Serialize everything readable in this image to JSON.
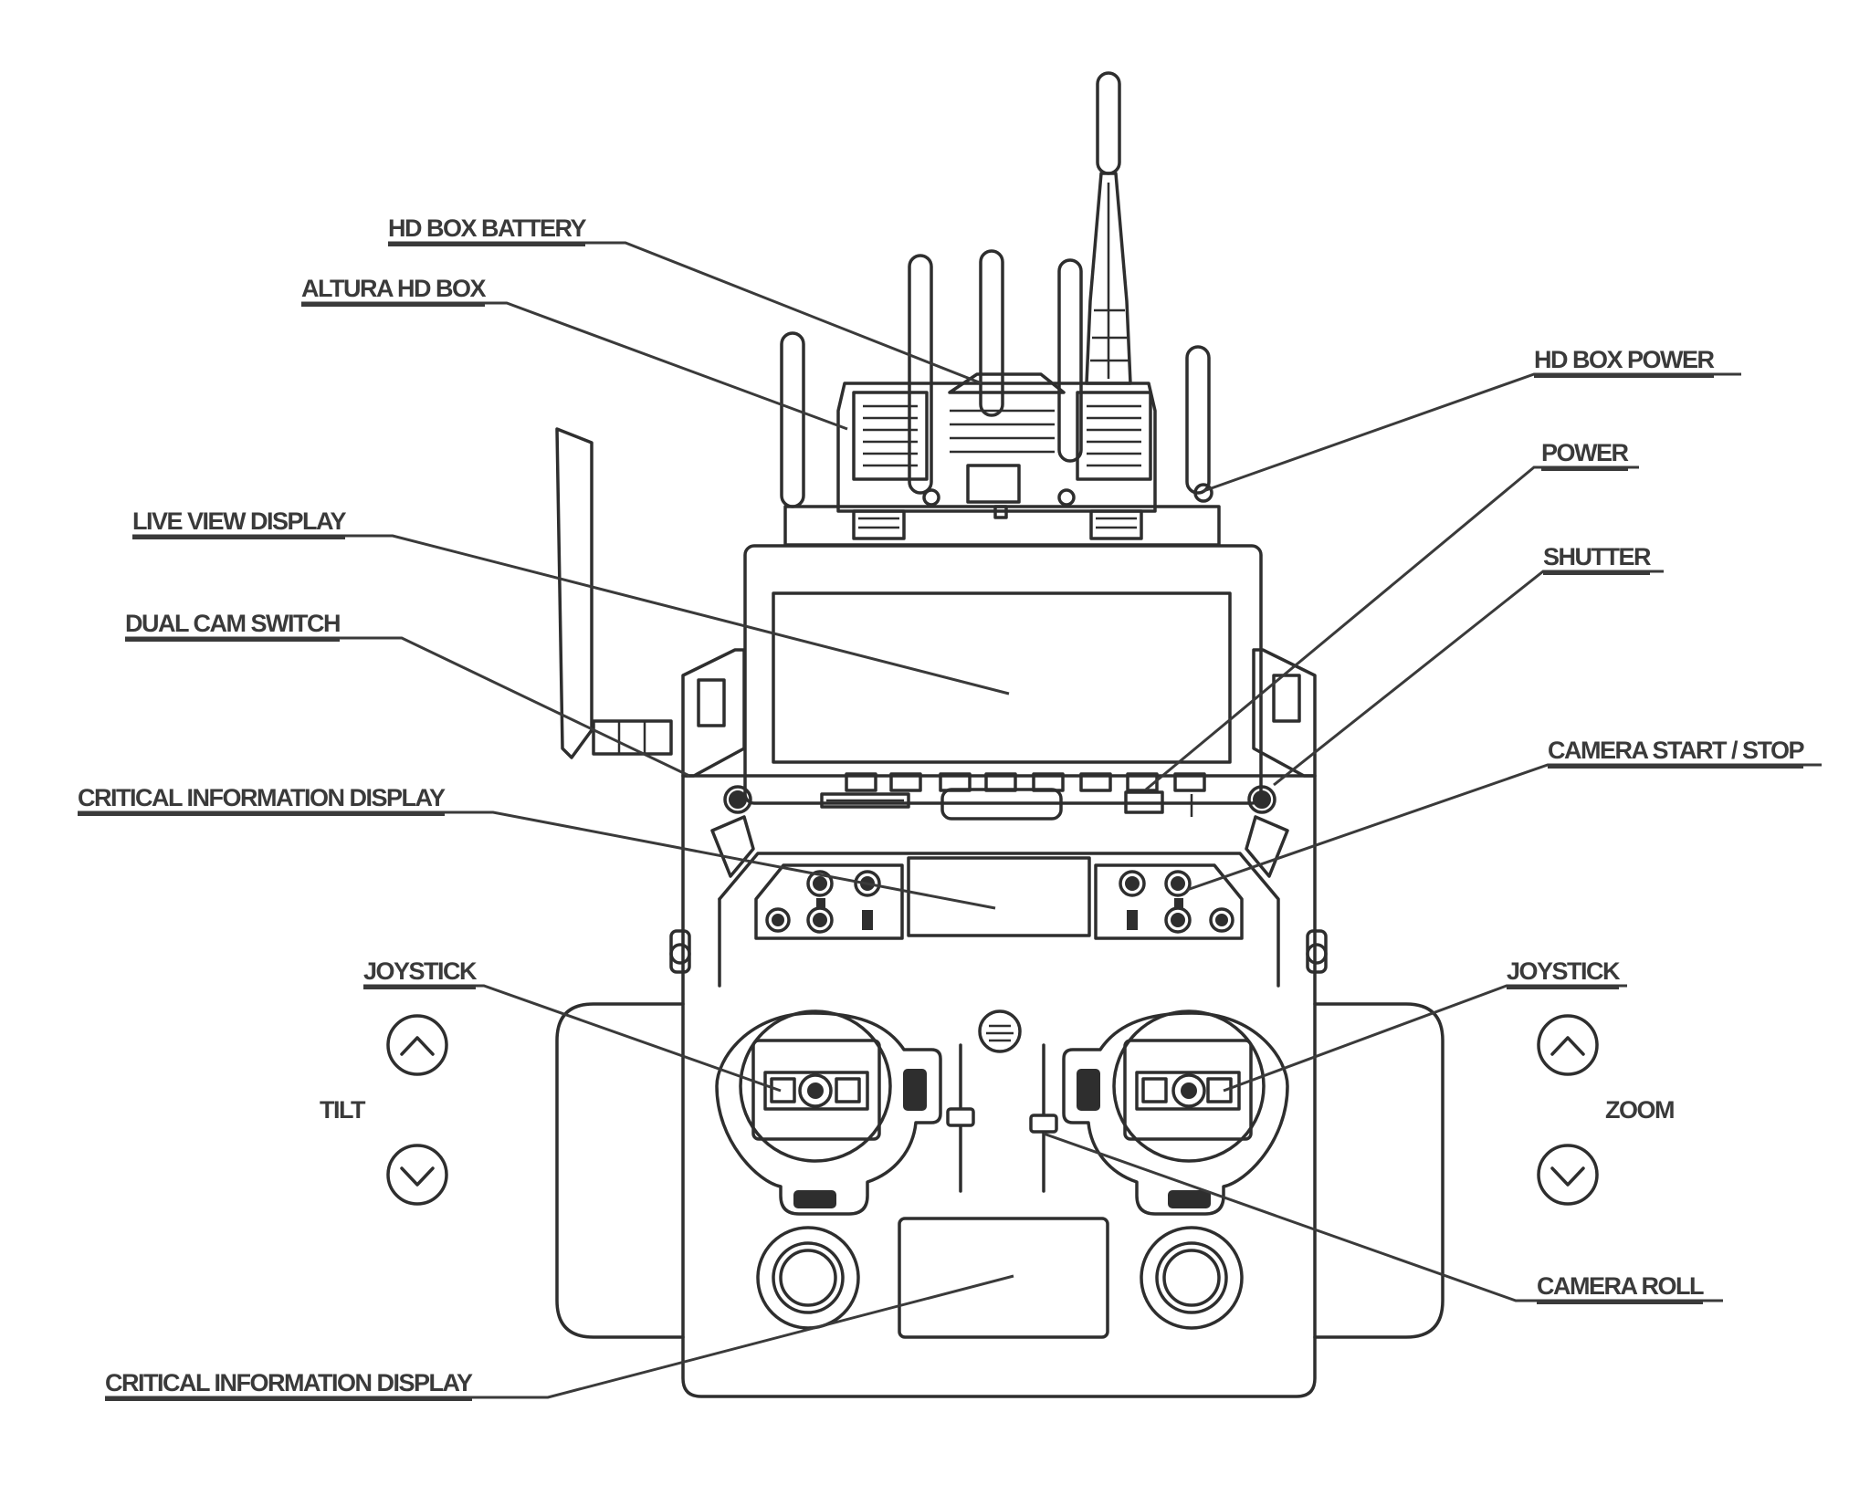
{
  "labels": {
    "hd_box_battery": "HD BOX BATTERY",
    "altura_hd_box": "ALTURA HD BOX",
    "hd_box_power": "HD BOX POWER",
    "power": "POWER",
    "live_view_display": "LIVE VIEW DISPLAY",
    "shutter": "SHUTTER",
    "dual_cam_switch": "DUAL CAM SWITCH",
    "camera_start_stop": "CAMERA START / STOP",
    "critical_information_display_top": "CRITICAL INFORMATION DISPLAY",
    "joystick_left": "JOYSTICK",
    "joystick_right": "JOYSTICK",
    "tilt": "TILT",
    "zoom": "ZOOM",
    "camera_roll": "CAMERA ROLL",
    "critical_information_display_bottom": "CRITICAL INFORMATION DISPLAY"
  },
  "icons": {
    "tilt_up": "chevron-up-circle-icon",
    "tilt_down": "chevron-down-circle-icon",
    "zoom_up": "chevron-up-circle-icon",
    "zoom_down": "chevron-down-circle-icon"
  },
  "colors": {
    "line": "#2e2e2e",
    "text": "#3a3a3a",
    "background": "#ffffff"
  }
}
